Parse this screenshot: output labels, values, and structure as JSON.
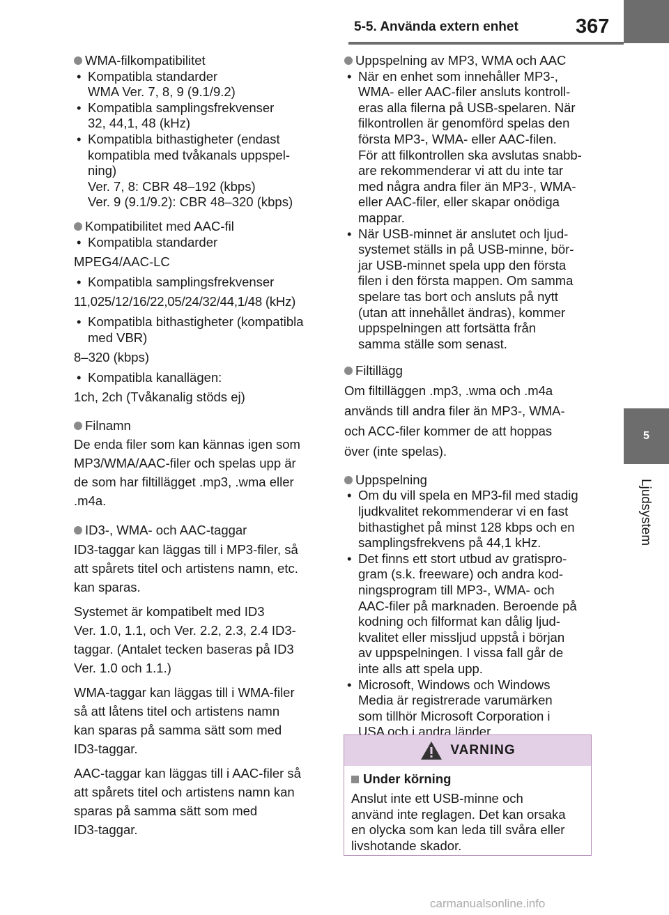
{
  "header": {
    "section_title": "5-5. Använda extern enhet",
    "page_number": "367"
  },
  "side_tab": {
    "chapter_number": "5",
    "chapter_label": "Ljudsystem"
  },
  "left": {
    "wma": {
      "heading": "WMA-filkompatibilitet",
      "b1": "Kompatibla standarder",
      "b1_val": "WMA Ver. 7, 8, 9 (9.1/9.2)",
      "b2": "Kompatibla samplingsfrekvenser",
      "b2_val": "32, 44,1, 48 (kHz)",
      "b3a": "Kompatibla bithastigheter (endast",
      "b3b": "kompatibla med tvåkanals uppspel-",
      "b3c": "ning)",
      "b3d": "Ver. 7, 8: CBR 48–192 (kbps)",
      "b3e": "Ver. 9 (9.1/9.2): CBR 48–320 (kbps)"
    },
    "aac": {
      "heading": "Kompatibilitet med AAC-fil",
      "b1": "Kompatibla standarder",
      "p1": "MPEG4/AAC-LC",
      "b2": "Kompatibla samplingsfrekvenser",
      "p2": "11,025/12/16/22,05/24/32/44,1/48 (kHz)",
      "b3a": "Kompatibla bithastigheter (kompatibla",
      "b3b": "med VBR)",
      "p3": "8–320 (kbps)",
      "b4": "Kompatibla kanallägen:",
      "p4": "1ch, 2ch (Tvåkanalig stöds ej)"
    },
    "filnamn": {
      "heading": "Filnamn",
      "l1": "De enda filer som kan kännas igen som",
      "l2": "MP3/WMA/AAC-filer och spelas upp är",
      "l3": "de som har filtillägget .mp3, .wma eller",
      "l4": ".m4a."
    },
    "id3": {
      "heading": "ID3-, WMA- och AAC-taggar",
      "a1": "ID3-taggar kan läggas till i MP3-filer, så",
      "a2": "att spårets titel och artistens namn, etc.",
      "a3": "kan sparas.",
      "b1": "Systemet är kompatibelt med ID3",
      "b2": "Ver. 1.0, 1.1, och Ver. 2.2, 2.3, 2.4 ID3-",
      "b3": "taggar. (Antalet tecken baseras på ID3",
      "b4": "Ver. 1.0 och 1.1.)",
      "c1": "WMA-taggar kan läggas till i WMA-filer",
      "c2": "så att låtens titel och artistens namn",
      "c3": "kan sparas på samma sätt som med",
      "c4": "ID3-taggar.",
      "d1": "AAC-taggar kan läggas till i AAC-filer så",
      "d2": "att spårets titel och artistens namn kan",
      "d3": "sparas på samma sätt som med",
      "d4": "ID3-taggar."
    }
  },
  "right": {
    "playback": {
      "heading": "Uppspelning av MP3, WMA och AAC",
      "b1": [
        "När en enhet som innehåller MP3-,",
        "WMA- eller AAC-filer ansluts kontroll-",
        "eras alla filerna på USB-spelaren. När",
        "filkontrollen är genomförd spelas den",
        "första MP3-, WMA- eller AAC-filen.",
        "För att filkontrollen ska avslutas snabb-",
        "are rekommenderar vi att du inte tar",
        "med några andra filer än MP3-, WMA-",
        "eller AAC-filer, eller skapar onödiga",
        "mappar."
      ],
      "b2": [
        "När USB-minnet är anslutet och ljud-",
        "systemet ställs in på USB-minne, bör-",
        "jar USB-minnet spela upp den första",
        "filen i den första mappen. Om samma",
        "spelare tas bort och ansluts på nytt",
        "(utan att innehållet ändras), kommer",
        "uppspelningen att fortsätta från",
        "samma ställe som senast."
      ]
    },
    "ext": {
      "heading": "Filtillägg",
      "l1": "Om filtilläggen .mp3, .wma och .m4a",
      "l2": "används till andra filer än MP3-, WMA-",
      "l3": "och ACC-filer kommer de att hoppas",
      "l4": "över (inte spelas)."
    },
    "upp": {
      "heading": "Uppspelning",
      "b1": [
        "Om du vill spela en MP3-fil med stadig",
        "ljudkvalitet rekommenderar vi en fast",
        "bithastighet på minst 128 kbps och en",
        "samplingsfrekvens på 44,1 kHz."
      ],
      "b2": [
        "Det finns ett stort utbud av gratispro-",
        "gram (s.k. freeware) och andra kod-",
        "ningsprogram till MP3-, WMA- och",
        "AAC-filer på marknaden. Beroende på",
        "kodning och filformat kan dålig ljud-",
        "kvalitet eller missljud uppstå i början",
        "av uppspelningen. I vissa fall går de",
        "inte alls att spela upp."
      ],
      "b3": [
        "Microsoft, Windows och Windows",
        "Media är registrerade varumärken",
        "som tillhör Microsoft Corporation i",
        "USA och i andra länder."
      ]
    }
  },
  "warning": {
    "title": "VARNING",
    "subheading": "Under körning",
    "l1": "Anslut inte ett USB-minne och",
    "l2": "använd inte reglagen. Det kan orsaka",
    "l3": "en olycka som kan leda till svåra eller",
    "l4": "livshotande skador."
  },
  "watermark": "carmanualsonline.info"
}
